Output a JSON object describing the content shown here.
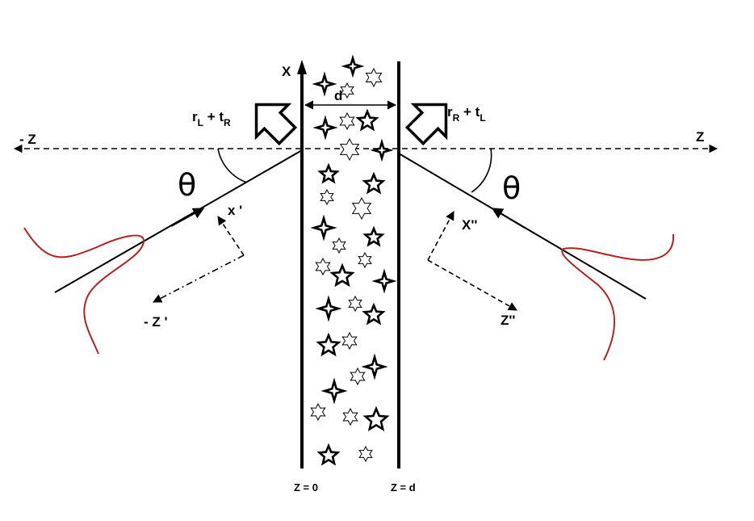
{
  "diagram": {
    "axis_labels": {
      "x": "X",
      "z_pos": "Z",
      "z_neg": "- Z",
      "x_prime": "x '",
      "z_prime": "- Z '",
      "x_dprime": "X''",
      "z_dprime": "Z''"
    },
    "slab": {
      "thickness_label": "d",
      "left_boundary": "Z = 0",
      "right_boundary": "Z = d"
    },
    "left_output": {
      "r": "r",
      "r_sub": "L",
      "plus": " + ",
      "t": "t",
      "t_sub": "R"
    },
    "right_output": {
      "r": "r",
      "r_sub": "R",
      "plus": " + ",
      "t": "t",
      "t_sub": "L"
    },
    "angle_left": "θ",
    "angle_right": "θ",
    "colors": {
      "ink": "#000000",
      "pulse": "#b22222",
      "background": "#ffffff"
    },
    "icons": [
      "thick-arrow-left-icon",
      "thick-arrow-right-icon",
      "star-scatterer-icon",
      "gaussian-pulse-icon"
    ]
  }
}
